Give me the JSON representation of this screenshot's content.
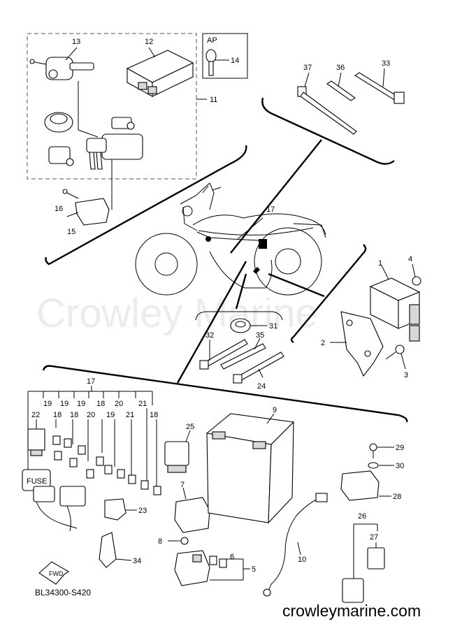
{
  "watermark": "Crowley Marine",
  "footer_code": "BL34300-S420",
  "website": "crowleymarine.com",
  "ap_label": "AP",
  "fwd_label": "FWD",
  "fuse_label": "FUSE",
  "part_labels": {
    "p1": "1",
    "p2": "2",
    "p3": "3",
    "p4": "4",
    "p5": "5",
    "p6": "6",
    "p7": "7",
    "p8": "8",
    "p9": "9",
    "p10": "10",
    "p11": "11",
    "p12": "12",
    "p13": "13",
    "p14": "14",
    "p15": "15",
    "p16": "16",
    "p17a": "17",
    "p17b": "17",
    "p18a": "18",
    "p18b": "18",
    "p18c": "18",
    "p18d": "18",
    "p19a": "19",
    "p19b": "19",
    "p19c": "19",
    "p19d": "19",
    "p20a": "20",
    "p20b": "20",
    "p21a": "21",
    "p21b": "21",
    "p22": "22",
    "p23": "23",
    "p24": "24",
    "p25": "25",
    "p26": "26",
    "p27": "27",
    "p28": "28",
    "p29": "29",
    "p30": "30",
    "p31": "31",
    "p32": "32",
    "p33": "33",
    "p34": "34",
    "p35": "35",
    "p36": "36",
    "p37": "37"
  }
}
